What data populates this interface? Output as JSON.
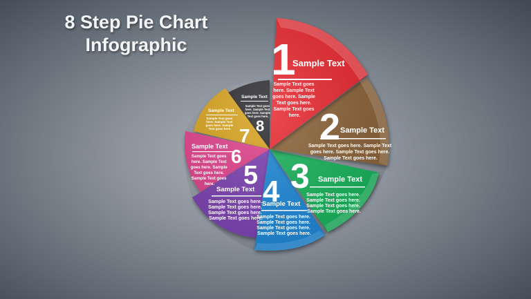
{
  "title": {
    "line1": "8 Step Pie Chart",
    "line2": "Infographic"
  },
  "steps": [
    {
      "number": "1",
      "heading": "Sample Text",
      "body": [
        "Sample Text goes",
        "here. Sample Text",
        "goes here. Sample",
        "Text goes here.",
        "Sample Text goes",
        "here."
      ],
      "color": "#e8262f"
    },
    {
      "number": "2",
      "heading": "Sample Text",
      "body": [
        "Sample Text goes here. Sample Text",
        "goes here. Sample Text goes here.",
        "Sample Text goes here."
      ],
      "color": "#8a6239"
    },
    {
      "number": "3",
      "heading": "Sample Text",
      "body": [
        "Sample Text goes here.",
        "Sample Text goes here.",
        "Sample Text goes here.",
        "Sample Text goes here."
      ],
      "color": "#17b25a"
    },
    {
      "number": "4",
      "heading": "Sample Text",
      "body": [
        "Sample Text goes here.",
        "Sample Text goes here.",
        "Sample Text goes here.",
        "Sample Text goes here."
      ],
      "color": "#1d86d6"
    },
    {
      "number": "5",
      "heading": "Sample Text",
      "body": [
        "Sample Text goes here.",
        "Sample Text goes here.",
        "Sample Text goes here.",
        "Sample Text goes here."
      ],
      "color": "#7a3fb0"
    },
    {
      "number": "6",
      "heading": "Sample Text",
      "body": [
        "Sample Text goes",
        "here. Sample Text",
        "goes here. Sample",
        "Text goes here.",
        "Sample Text goes",
        "here."
      ],
      "color": "#e0418a"
    },
    {
      "number": "7",
      "heading": "Sample Text",
      "body": [
        "Sample Text goes",
        "here. Sample Text",
        "goes here. Sample",
        "Text goes here."
      ],
      "color": "#d7a21b"
    },
    {
      "number": "8",
      "heading": "Sample Text",
      "body": [
        "Sample Text goes",
        "here. Sample Text",
        "goes here. Sample",
        "Text goes here."
      ],
      "color": "#2b2b2d"
    }
  ]
}
